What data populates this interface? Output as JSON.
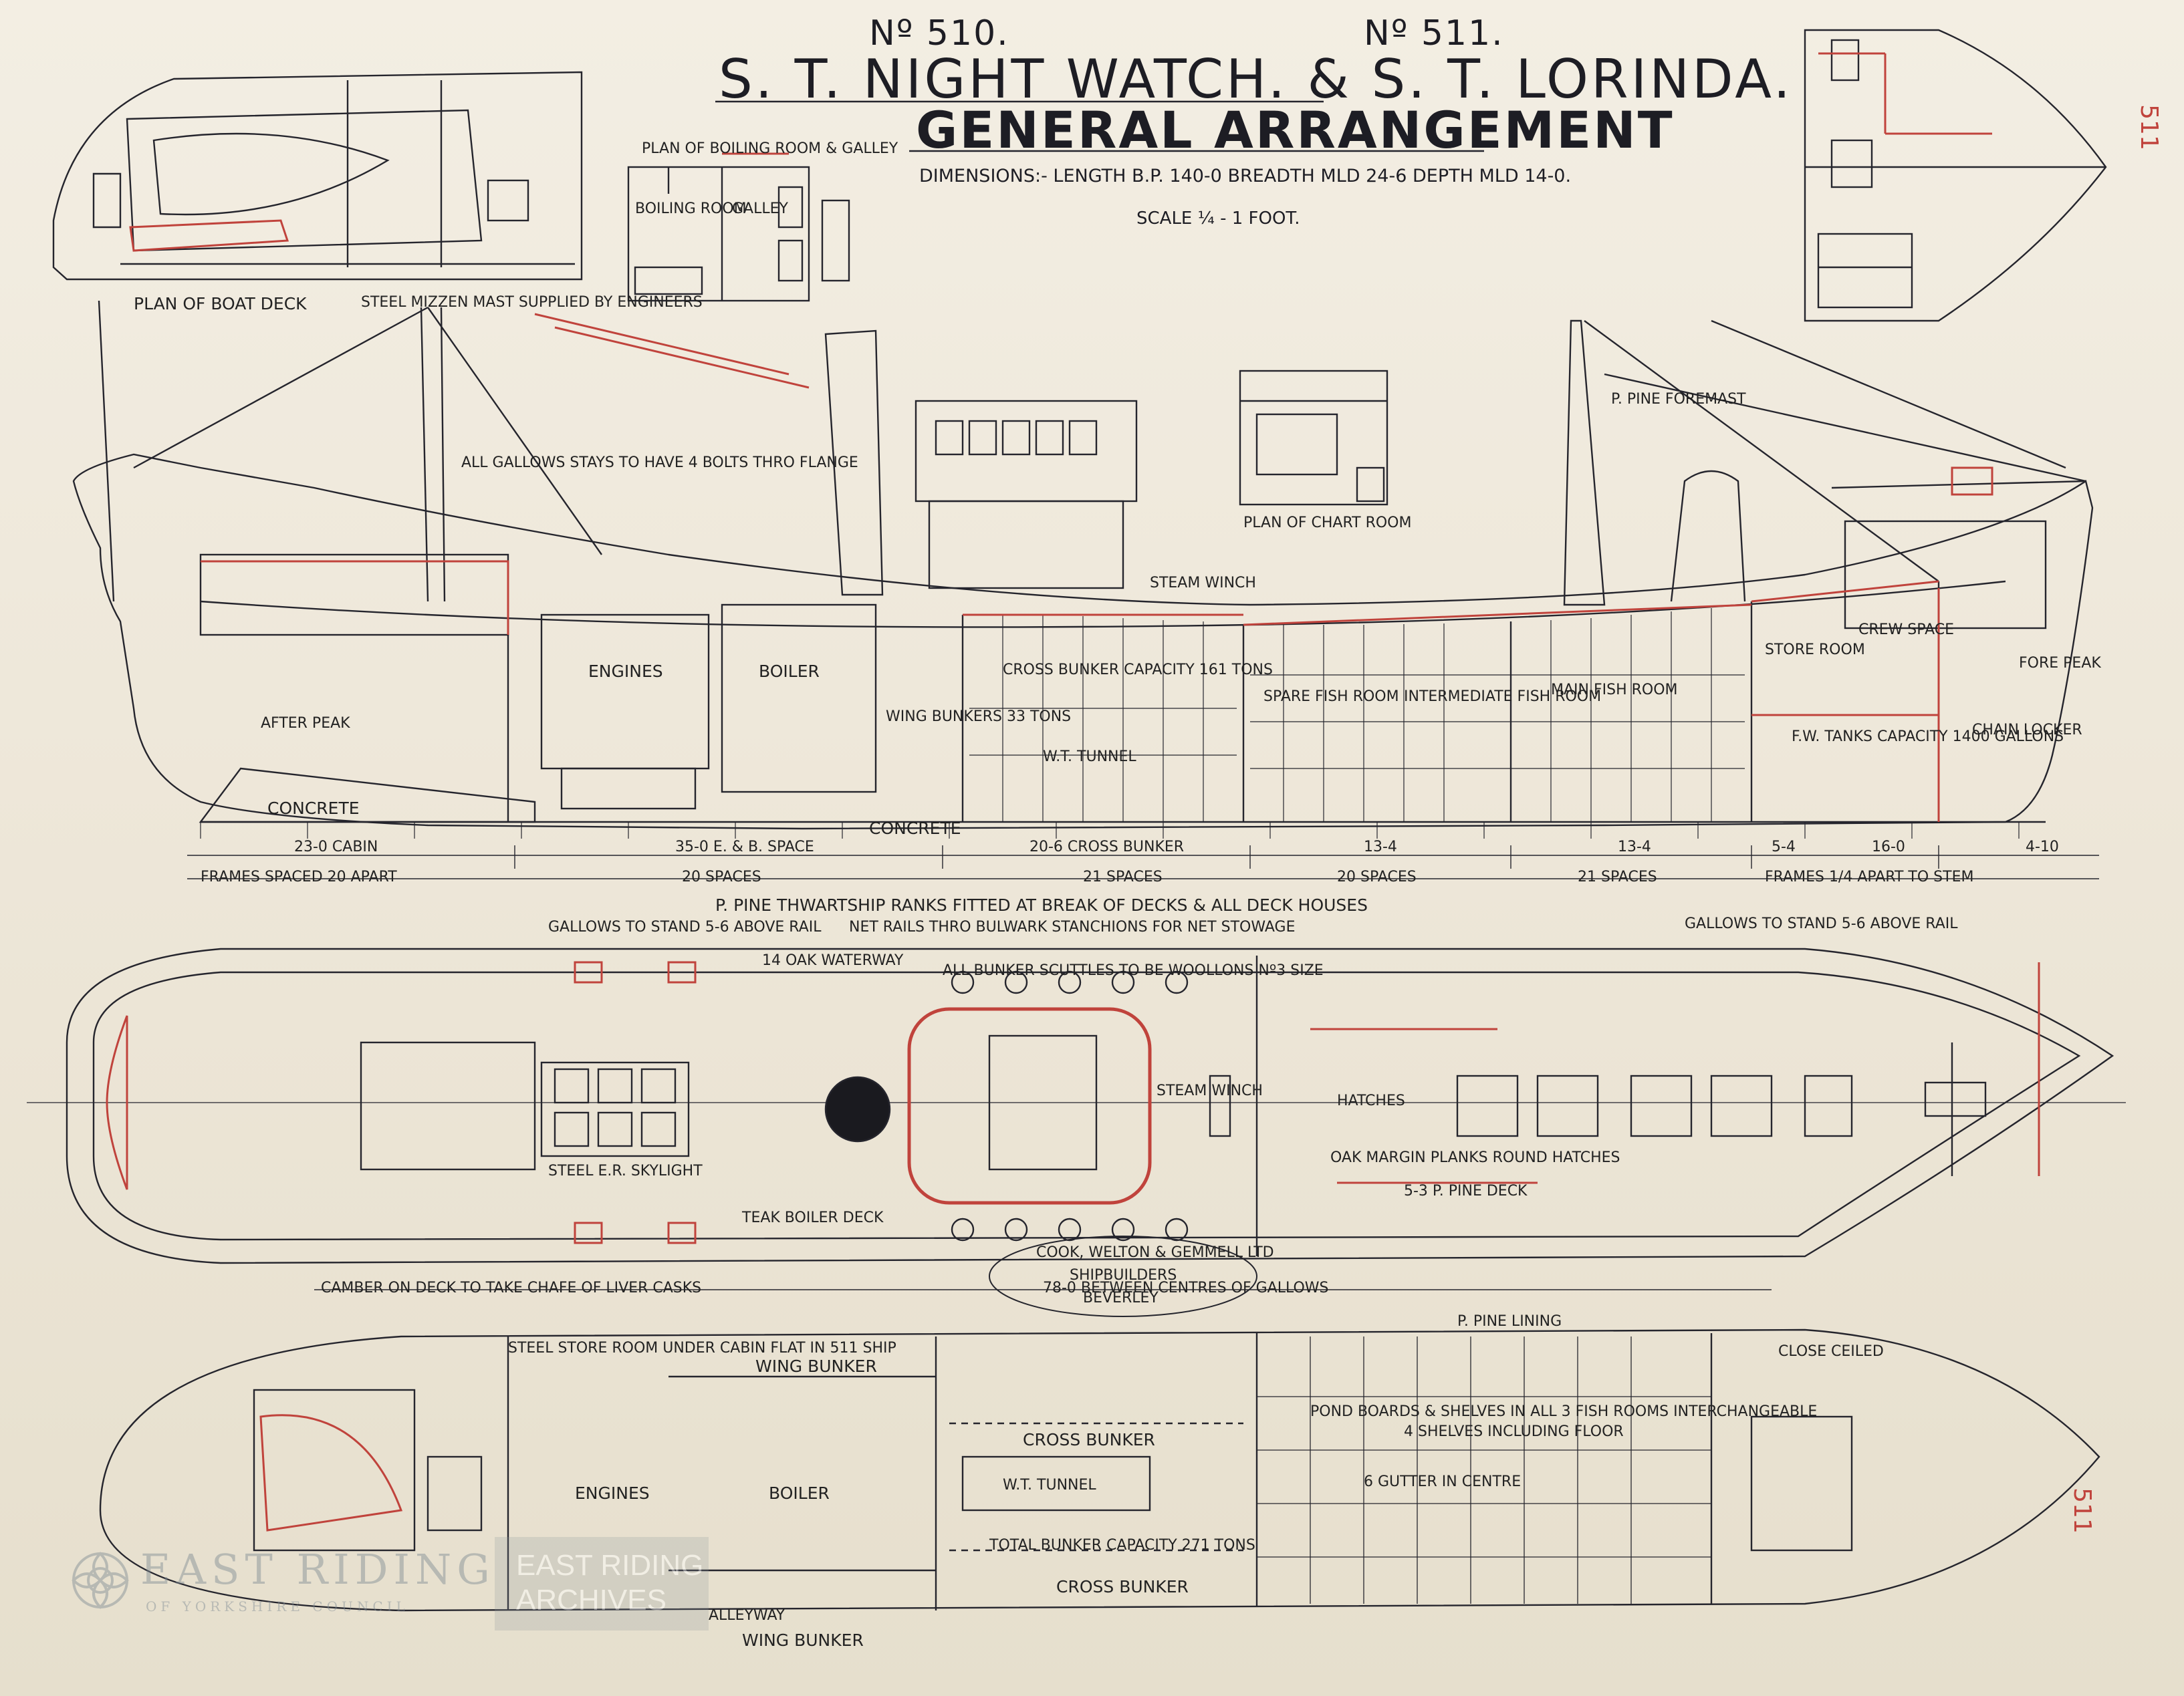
{
  "title": {
    "no_510": "Nº 510.",
    "no_511": "Nº 511.",
    "ships": "S. T. NIGHT WATCH. & S. T. LORINDA.",
    "heading": "GENERAL ARRANGEMENT",
    "dimensions": "DIMENSIONS:- LENGTH B.P. 140-0 BREADTH MLD 24-6 DEPTH MLD 14-0.",
    "scale": "SCALE ¼ - 1 FOOT."
  },
  "detail_plans": {
    "boat_deck": "PLAN OF BOAT DECK",
    "boiling_room": "PLAN OF BOILING ROOM & GALLEY",
    "chart_room": "PLAN OF CHART ROOM",
    "boiling_room_label": "BOILING ROOM",
    "galley_label": "GALLEY"
  },
  "profile_labels": {
    "steel_mizzen_mast": "STEEL MIZZEN MAST SUPPLIED BY ENGINEERS",
    "engines": "ENGINES",
    "boiler": "BOILER",
    "wing_bunkers": "WING BUNKERS 33 TONS",
    "cross_bunker": "CROSS BUNKER CAPACITY 161 TONS",
    "wt_tunnel": "W.T. TUNNEL",
    "spare_fish_room": "SPARE FISH ROOM",
    "intermediate_fish_room": "INTERMEDIATE FISH ROOM",
    "main_fish_room": "MAIN FISH ROOM",
    "store_room": "STORE ROOM",
    "crew_space": "CREW SPACE",
    "chain_locker": "CHAIN LOCKER",
    "fore_peak": "FORE PEAK",
    "after_peak": "AFTER PEAK",
    "concrete": "CONCRETE",
    "steam_winch": "STEAM WINCH",
    "fw_tanks": "F.W. TANKS CAPACITY 1400 GALLONS",
    "frames_spaced": "FRAMES SPACED 20 APART",
    "pine_foremast": "P. PINE FOREMAST",
    "all_gallows_stays": "ALL GALLOWS STAYS TO HAVE 4 BOLTS THRO FLANGE"
  },
  "dimension_line": [
    "23-0 CABIN",
    "35-0 E. & B. SPACE",
    "20-6 CROSS BUNKER",
    "13-4",
    "13-4",
    "5-4",
    "16-0",
    "4-10"
  ],
  "spacing_line": [
    "FRAMES SPACED 20 APART",
    "20 SPACES",
    "21 SPACES",
    "20 SPACES",
    "21 SPACES",
    "FRAMES 1/4 APART TO STEM"
  ],
  "deck_plan_labels": {
    "pitch_pine_ranks": "P. PINE THWARTSHIP RANKS FITTED AT BREAK OF DECKS & ALL DECK HOUSES",
    "gallows_aft": "GALLOWS TO STAND 5-6 ABOVE RAIL",
    "gallows_fwd": "GALLOWS TO STAND 5-6 ABOVE RAIL",
    "net_rails": "NET RAILS THRO BULWARK STANCHIONS FOR NET STOWAGE",
    "oak_waterway": "14 OAK WATERWAY",
    "bunker_scuttles": "ALL BUNKER SCUTTLES TO BE WOOLLONS Nº3 SIZE",
    "hatches": "HATCHES",
    "fish_room_hatches": "OAK MARGIN PLANKS ROUND HATCHES",
    "pine_deck": "5-3 P. PINE DECK",
    "teak_boiler_deck": "TEAK BOILER DECK",
    "between_gallows": "78-0 BETWEEN CENTRES OF GALLOWS",
    "steam_winch": "STEAM WINCH",
    "camber": "CAMBER ON DECK TO TAKE CHAFE OF LIVER CASKS",
    "steel_skylight": "STEEL E.R. SKYLIGHT"
  },
  "hold_plan_labels": {
    "wing_bunker_top": "WING BUNKER",
    "wing_bunker_bottom": "WING BUNKER",
    "engines": "ENGINES",
    "boiler": "BOILER",
    "cross_bunker_top": "CROSS BUNKER",
    "cross_bunker_bottom": "CROSS BUNKER",
    "wt_tunnel": "W.T. TUNNEL",
    "total_bunker": "TOTAL BUNKER CAPACITY 271 TONS",
    "pond_boards": "POND BOARDS & SHELVES IN ALL 3 FISH ROOMS INTERCHANGEABLE",
    "four_shelves": "4 SHELVES INCLUDING FLOOR",
    "gutter_centre": "6 GUTTER IN CENTRE",
    "close_ceiled": "CLOSE CEILED",
    "pine_lining": "P. PINE LINING",
    "bunker_alleyway": "ALLEYWAY",
    "steel_store_room": "STEEL STORE ROOM UNDER CABIN FLAT IN 511 SHIP"
  },
  "builder": {
    "line1": "COOK, WELTON & GEMMELL LTD",
    "line2": "SHIPBUILDERS",
    "line3": "BEVERLEY"
  },
  "watermark": {
    "left_line1": "EAST RIDING",
    "left_line2": "OF YORKSHIRE COUNCIL",
    "right_line1": "EAST RIDING",
    "right_line2": "ARCHIVES"
  },
  "margin_annotations": [
    "511",
    "511"
  ],
  "colors": {
    "ink": "#1d1d24",
    "red": "#c0433c",
    "paper": "#efe9dc"
  }
}
